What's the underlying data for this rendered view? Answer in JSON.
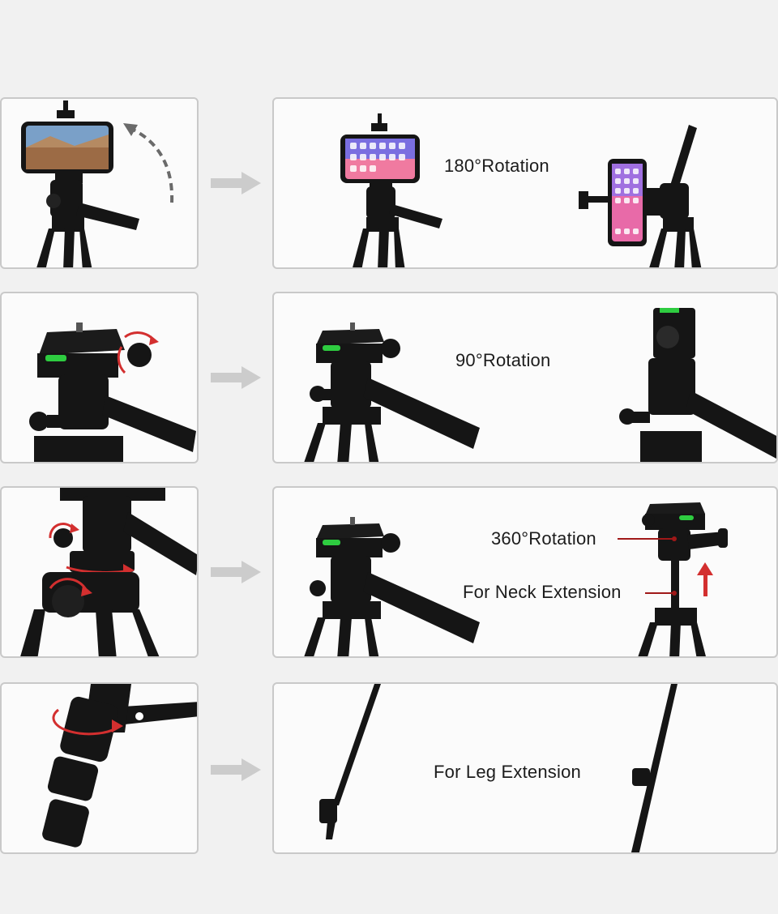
{
  "rows": [
    {
      "caption": "180°Rotation"
    },
    {
      "caption": "90°Rotation"
    },
    {
      "captions": [
        "360°Rotation",
        "For Neck Extension"
      ]
    },
    {
      "caption": "For Leg Extension"
    }
  ],
  "colors": {
    "background": "#f1f1f1",
    "panel_border": "#c9c9c9",
    "tripod": "#151515",
    "rotation_arrow": "#d32f2f",
    "level_bubble": "#2ecc40",
    "guide_arrow": "#cccccc"
  },
  "icons": [
    "phone-holder-icon",
    "tripod-head-icon",
    "rotation-arrow-icon",
    "guide-arrow-icon"
  ]
}
